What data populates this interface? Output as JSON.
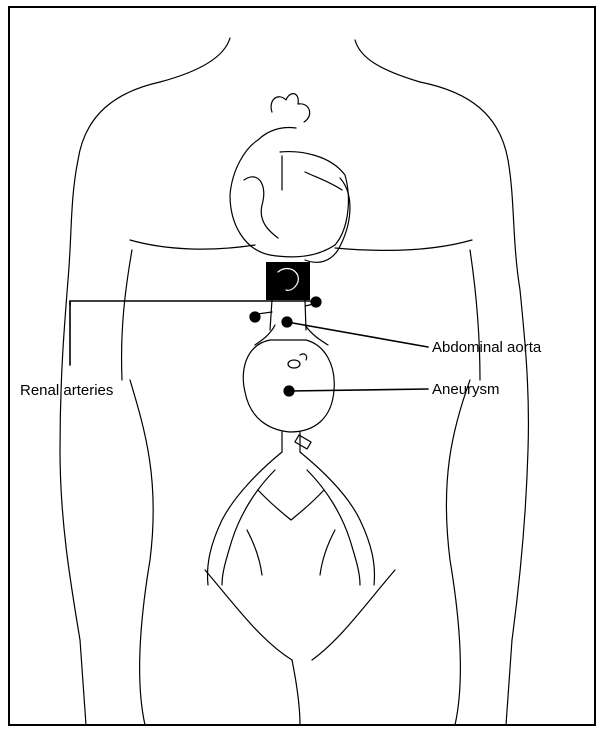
{
  "labels": {
    "abdominal_aorta": "Abdominal aorta",
    "renal_arteries": "Renal arteries",
    "aneurysm": "Aneurysm"
  },
  "colors": {
    "ink": "#000000",
    "paper": "#ffffff"
  }
}
